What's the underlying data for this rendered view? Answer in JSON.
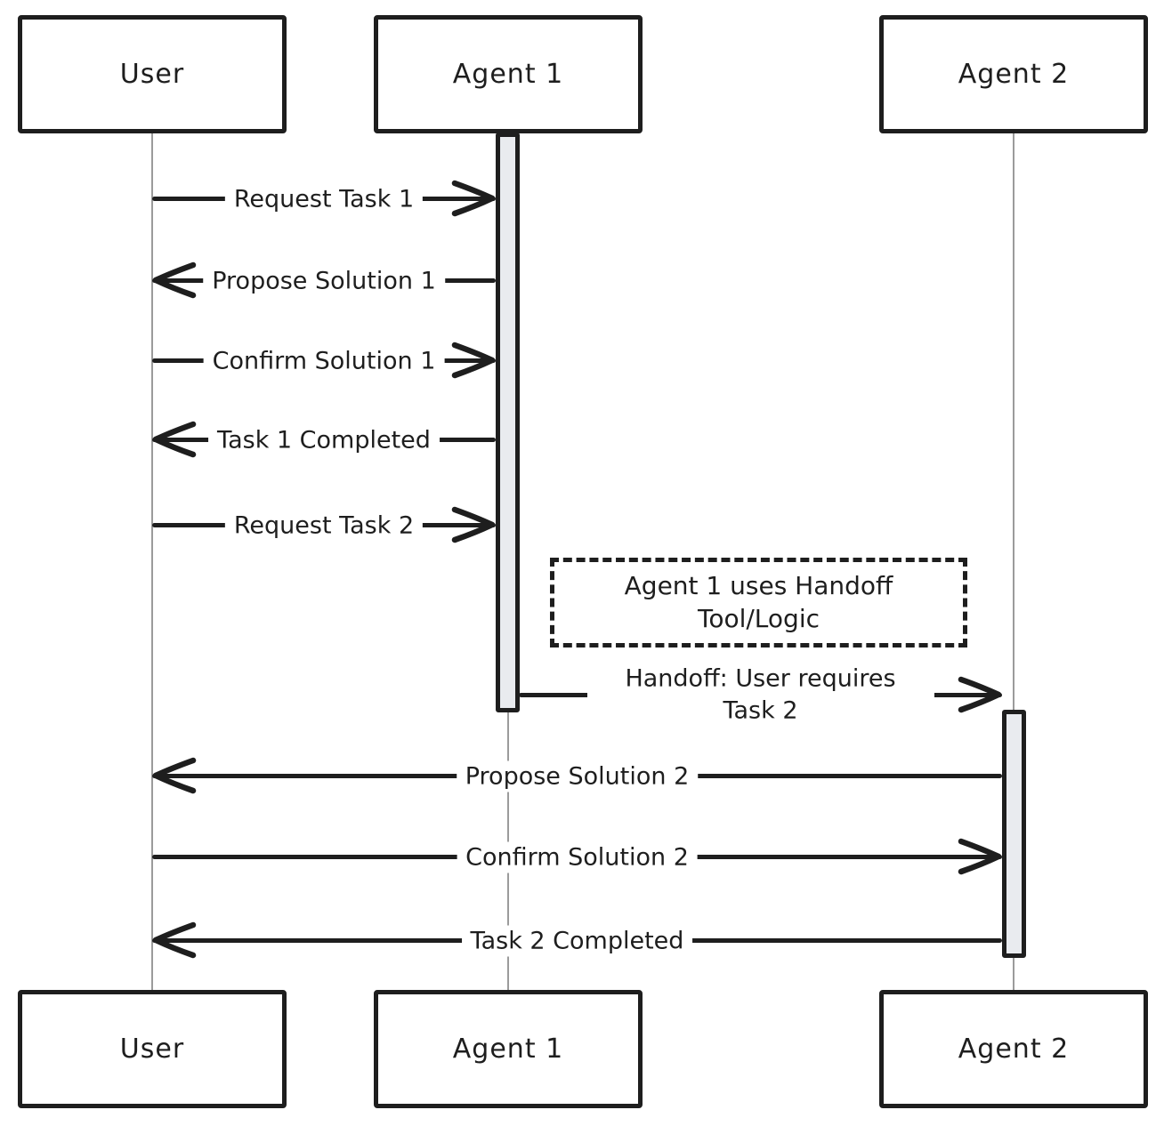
{
  "diagram_type": "sequence-diagram",
  "participants": [
    {
      "id": "user",
      "label": "User"
    },
    {
      "id": "agent1",
      "label": "Agent 1"
    },
    {
      "id": "agent2",
      "label": "Agent 2"
    }
  ],
  "messages": [
    {
      "label": "Request Task 1",
      "from": "User",
      "to": "Agent 1",
      "direction": "right"
    },
    {
      "label": "Propose Solution 1",
      "from": "Agent 1",
      "to": "User",
      "direction": "left"
    },
    {
      "label": "Confirm Solution 1",
      "from": "User",
      "to": "Agent 1",
      "direction": "right"
    },
    {
      "label": "Task 1 Completed",
      "from": "Agent 1",
      "to": "User",
      "direction": "left"
    },
    {
      "label": "Request Task 2",
      "from": "User",
      "to": "Agent 1",
      "direction": "right"
    },
    {
      "label": "Handoff: User requires Task 2",
      "from": "Agent 1",
      "to": "Agent 2",
      "direction": "right"
    },
    {
      "label": "Propose Solution 2",
      "from": "Agent 2",
      "to": "User",
      "direction": "left"
    },
    {
      "label": "Confirm Solution 2",
      "from": "User",
      "to": "Agent 2",
      "direction": "right"
    },
    {
      "label": "Task 2 Completed",
      "from": "Agent 2",
      "to": "User",
      "direction": "left"
    }
  ],
  "note": {
    "label": "Agent 1 uses Handoff Tool/Logic"
  },
  "colors": {
    "stroke": "#1e1e1e",
    "lifeline": "#9b9b9b",
    "activation_fill": "#e9ebef",
    "background": "#ffffff",
    "text": "#1e1e1e"
  }
}
